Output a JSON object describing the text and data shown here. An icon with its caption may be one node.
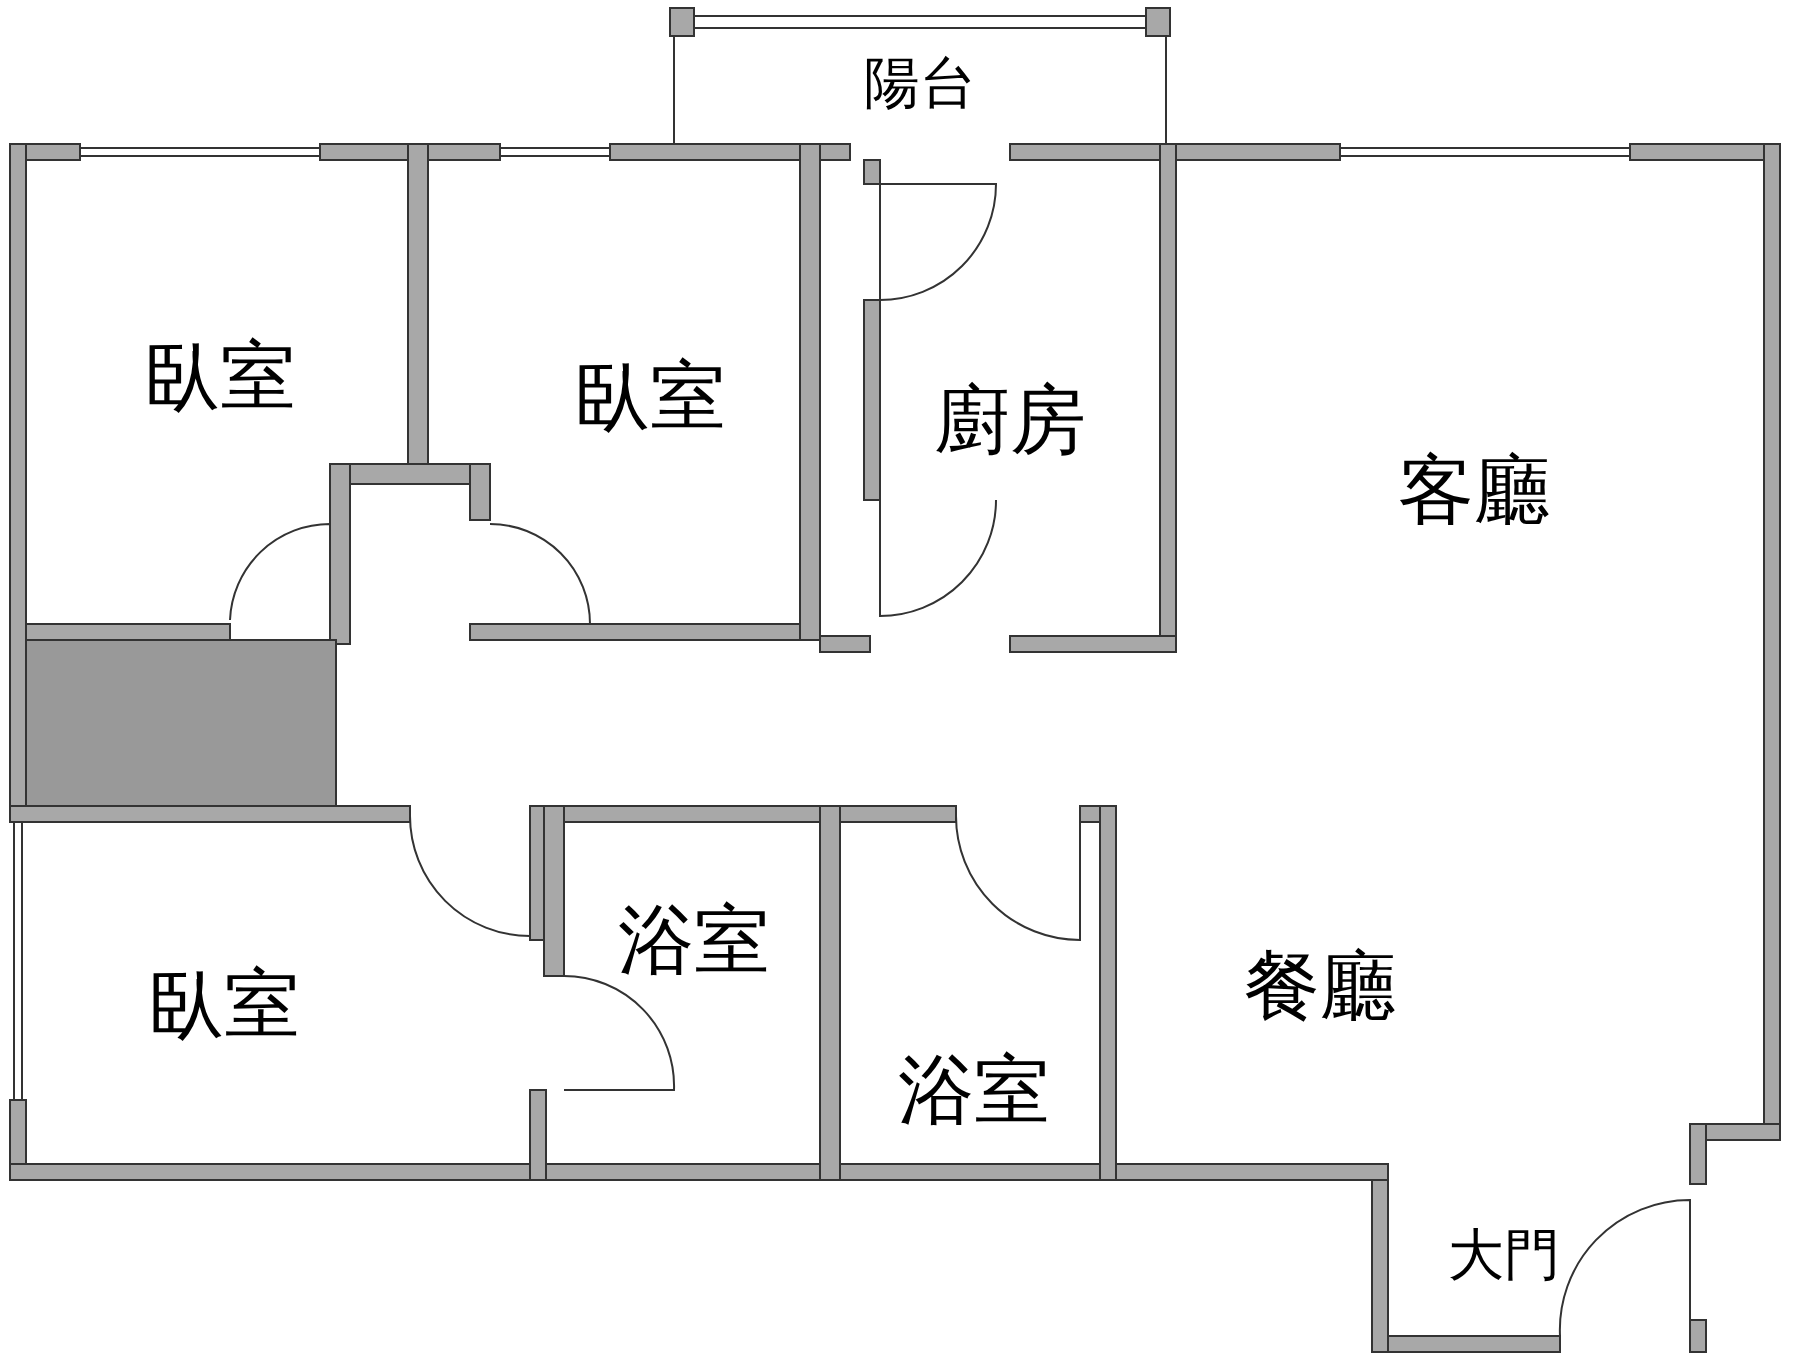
{
  "diagram": {
    "nodes": [
      {
        "text": [
          "陽台"
        ]
      },
      {
        "text": [
          "臥室"
        ]
      },
      {
        "text": [
          "臥室"
        ]
      },
      {
        "text": [
          "廚房"
        ]
      },
      {
        "text": [
          "客廳"
        ]
      },
      {
        "text": [
          "浴室"
        ]
      },
      {
        "text": [
          "臥室"
        ]
      },
      {
        "text": [
          "餐廳"
        ]
      },
      {
        "text": [
          "浴室"
        ]
      },
      {
        "text": [
          "大門"
        ]
      }
    ]
  }
}
